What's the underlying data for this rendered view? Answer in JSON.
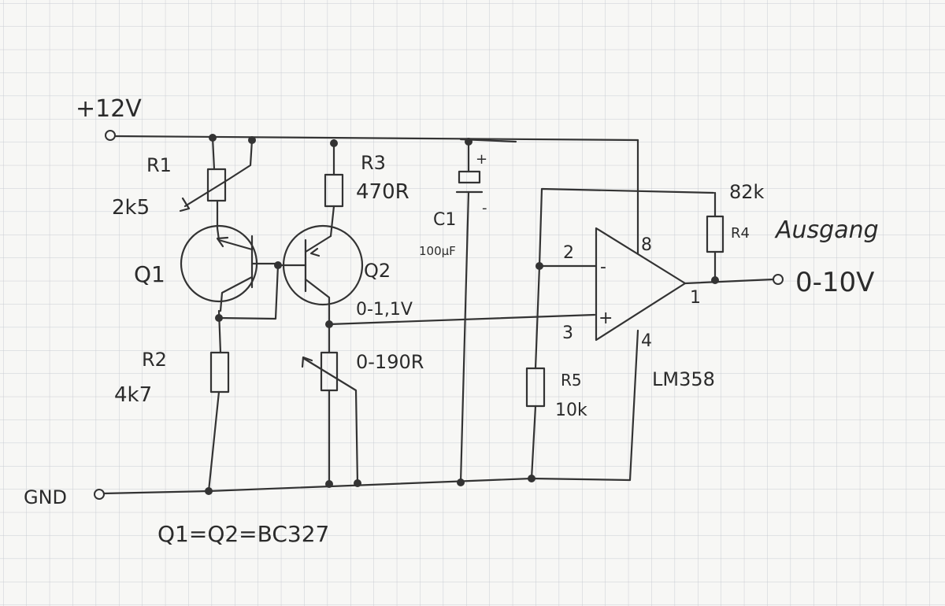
{
  "colors": {
    "paper": "#f7f7f5",
    "grid": "#c9ccd3",
    "ink": "#333333"
  },
  "rails": {
    "supply": "+12V",
    "ground": "GND"
  },
  "components": {
    "r1": {
      "name": "R1",
      "value": "2k5"
    },
    "r2": {
      "name": "R2",
      "value": "4k7"
    },
    "r3": {
      "name": "R3",
      "value": "470R"
    },
    "r4": {
      "name": "R4",
      "value": "82k"
    },
    "r5": {
      "name": "R5",
      "value": "10k"
    },
    "c1": {
      "name": "C1",
      "value": "100µF",
      "plus": "+",
      "minus": "-"
    },
    "q1": {
      "name": "Q1"
    },
    "q2": {
      "name": "Q2"
    },
    "pot": {
      "value": "0-190R"
    },
    "opamp": {
      "name": "LM358",
      "minus": "-",
      "plus": "+"
    }
  },
  "pins": {
    "p1": "1",
    "p2": "2",
    "p3": "3",
    "p4": "4",
    "p8": "8"
  },
  "signals": {
    "sense_voltage": "0-1,1V"
  },
  "output": {
    "label": "Ausgang",
    "range": "0-10V"
  },
  "note": "Q1=Q2=BC327"
}
